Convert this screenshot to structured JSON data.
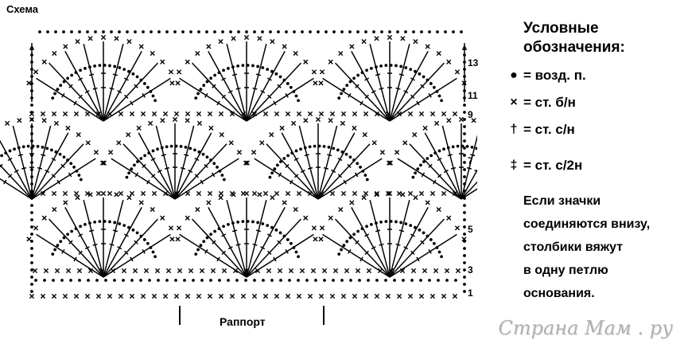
{
  "scheme": {
    "title": "Схема",
    "row_numbers": [
      "13",
      "11",
      "9",
      "7",
      "5",
      "3",
      "1"
    ],
    "rapport_label": "Раппорт"
  },
  "legend": {
    "title_line1": "Условные",
    "title_line2": "обозначения:",
    "items": [
      {
        "symbol": "●",
        "text": "= возд. п."
      },
      {
        "symbol": "×",
        "text": "= ст. б/н"
      },
      {
        "symbol": "†",
        "text": "= ст. с/н"
      },
      {
        "symbol": "‡",
        "text": "= ст. с/2н"
      }
    ],
    "note_lines": [
      "Если значки",
      "соединяются внизу,",
      "столбики вяжут",
      "в одну петлю",
      "основания."
    ]
  },
  "watermark": "Страна Мам . ру"
}
